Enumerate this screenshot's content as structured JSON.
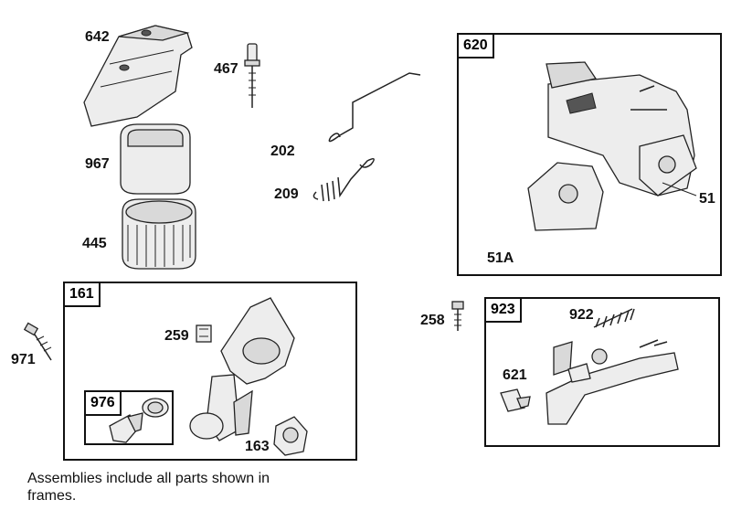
{
  "frames": {
    "f620": "620",
    "f161": "161",
    "f923": "923",
    "f976": "976"
  },
  "labels": {
    "p642": "642",
    "p467": "467",
    "p967": "967",
    "p202": "202",
    "p209": "209",
    "p445": "445",
    "p51": "51",
    "p51a": "51A",
    "p258": "258",
    "p922": "922",
    "p971": "971",
    "p259": "259",
    "p621": "621",
    "p163": "163"
  },
  "note": "Assemblies include all parts shown in frames."
}
